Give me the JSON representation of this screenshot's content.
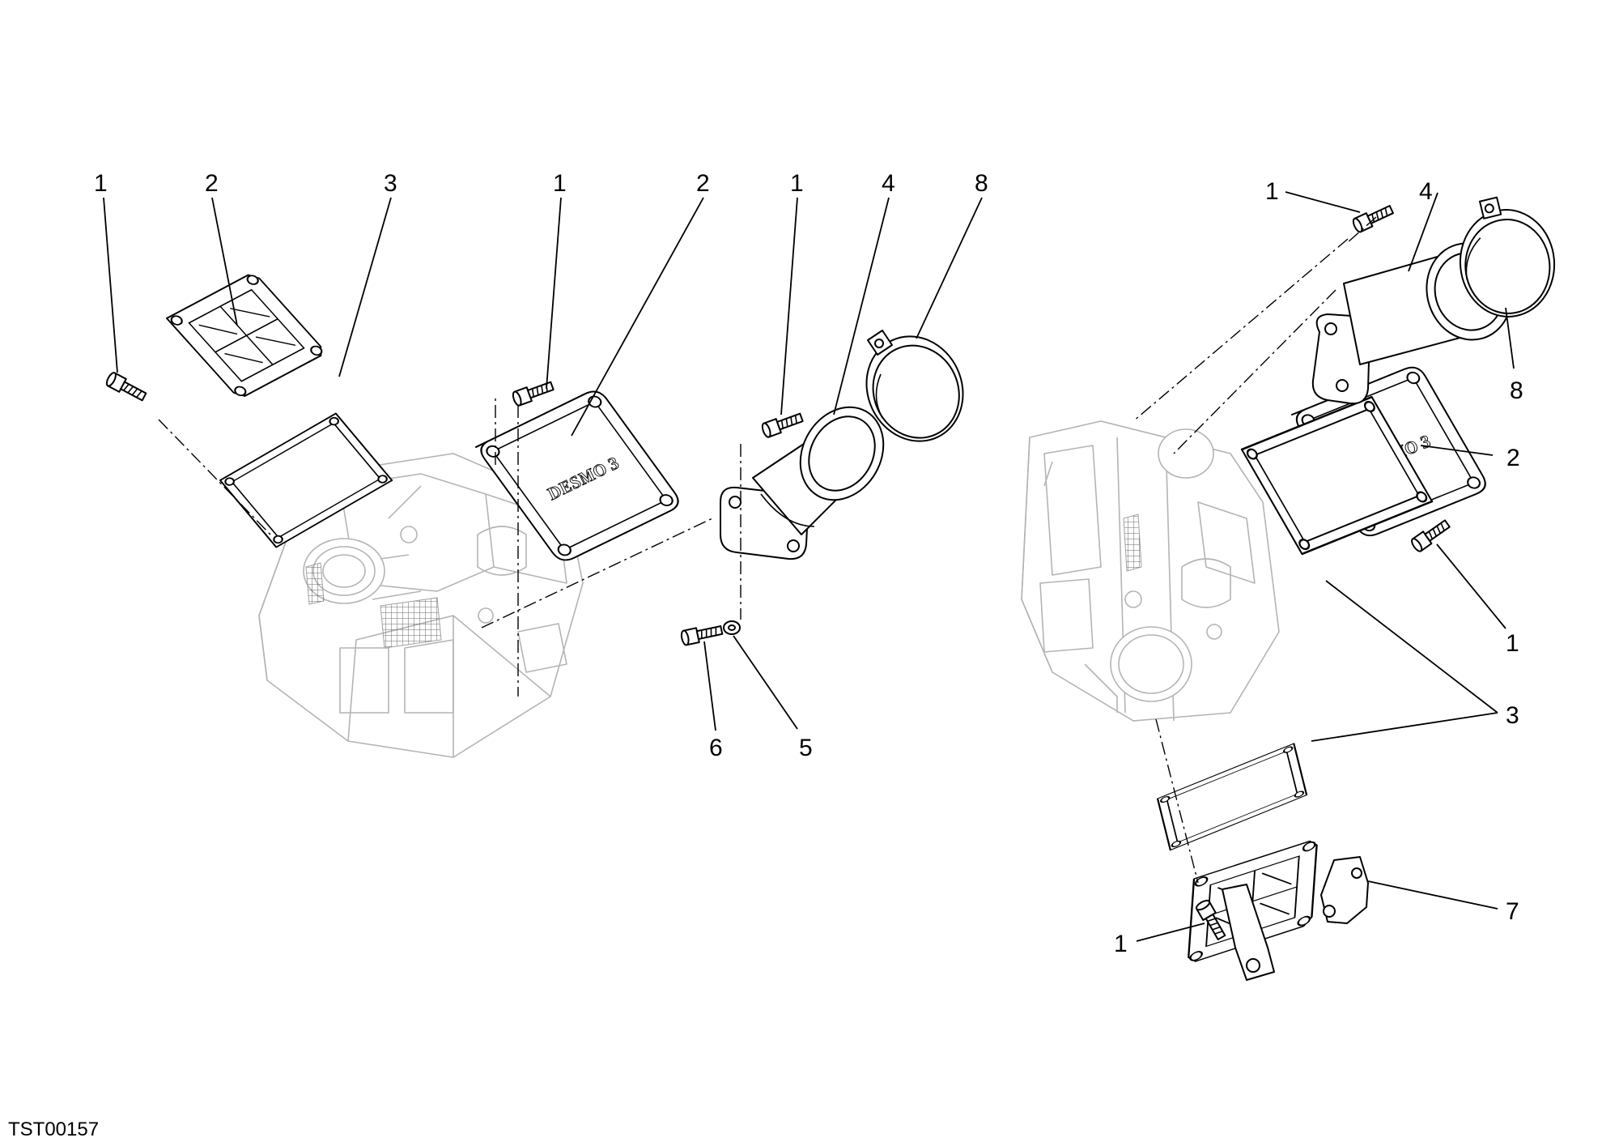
{
  "callouts": {
    "l1": "1",
    "l2": "2",
    "l3": "3",
    "m1a": "1",
    "m2": "2",
    "m1b": "1",
    "m4": "4",
    "m8": "8",
    "m6": "6",
    "m5": "5",
    "r1a": "1",
    "r4": "4",
    "r8": "8",
    "r2": "2",
    "r1b": "1",
    "r3": "3",
    "r7": "7",
    "r1c": "1"
  },
  "cover_emboss": "DESMO 3",
  "document_id": "TST00157"
}
